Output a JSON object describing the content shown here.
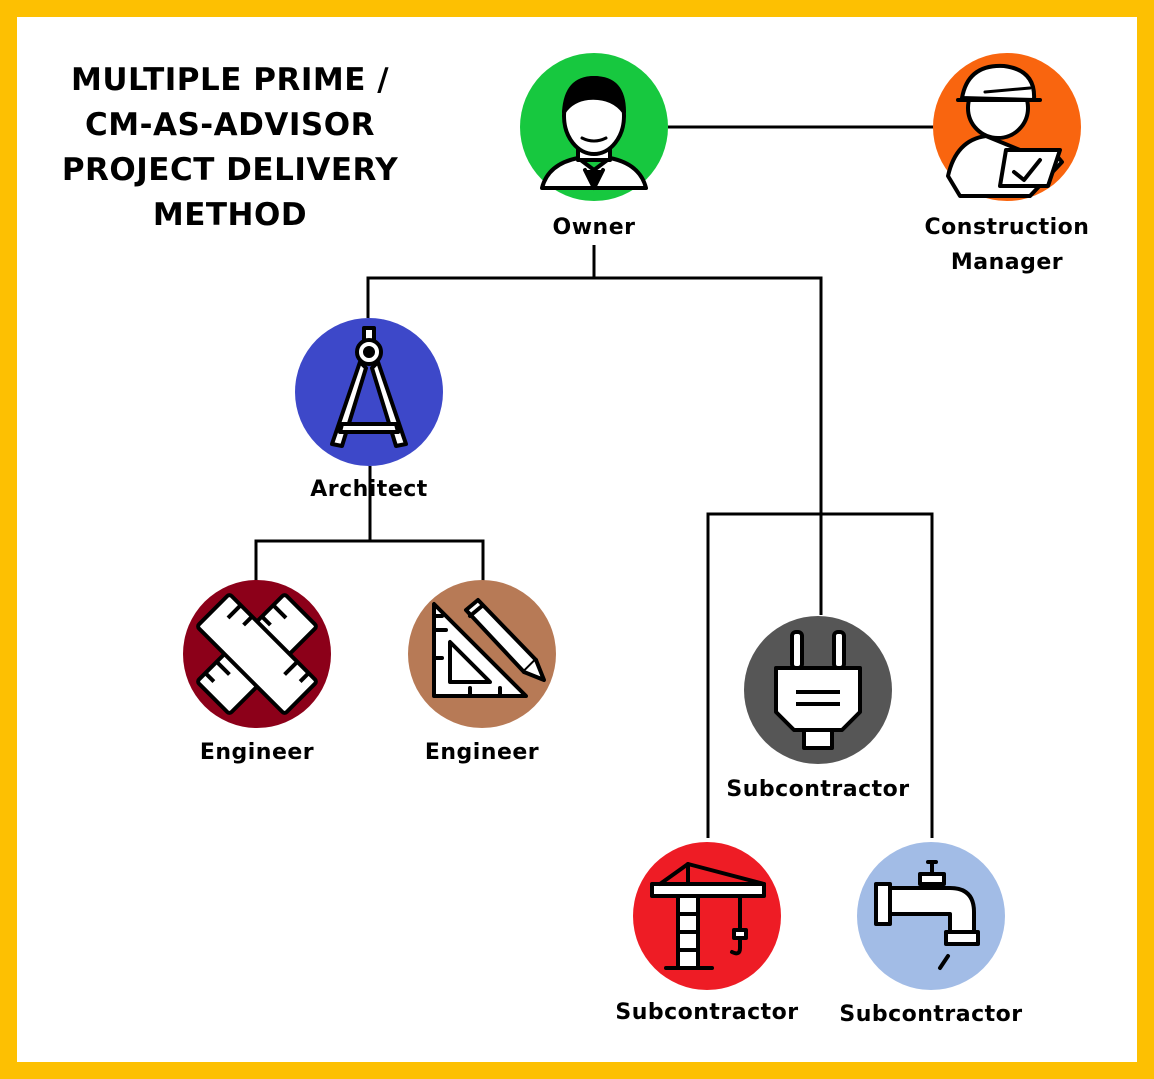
{
  "title": {
    "line1": "MULTIPLE PRIME /",
    "line2": "CM-AS-ADVISOR",
    "line3": "PROJECT DELIVERY",
    "line4": "METHOD"
  },
  "colors": {
    "frame": "#fdc002",
    "owner": "#17c83f",
    "construction_manager": "#f9650f",
    "architect": "#3d48c9",
    "engineer_1": "#8c0019",
    "engineer_2": "#b77a56",
    "subcontractor_electrical": "#565656",
    "subcontractor_crane": "#ee1c25",
    "subcontractor_plumbing": "#a2bce6"
  },
  "nodes": {
    "owner": {
      "label": "Owner",
      "icon": "person-icon"
    },
    "construction_manager": {
      "label_line1": "Construction",
      "label_line2": "Manager",
      "icon": "worker-helmet-icon"
    },
    "architect": {
      "label": "Architect",
      "icon": "drafting-compass-icon"
    },
    "engineer_1": {
      "label": "Engineer",
      "icon": "crossed-rulers-icon"
    },
    "engineer_2": {
      "label": "Engineer",
      "icon": "set-square-pencil-icon"
    },
    "subcontractor_electrical": {
      "label": "Subcontractor",
      "icon": "power-plug-icon"
    },
    "subcontractor_crane": {
      "label": "Subcontractor",
      "icon": "crane-icon"
    },
    "subcontractor_plumbing": {
      "label": "Subcontractor",
      "icon": "water-tap-icon"
    }
  }
}
